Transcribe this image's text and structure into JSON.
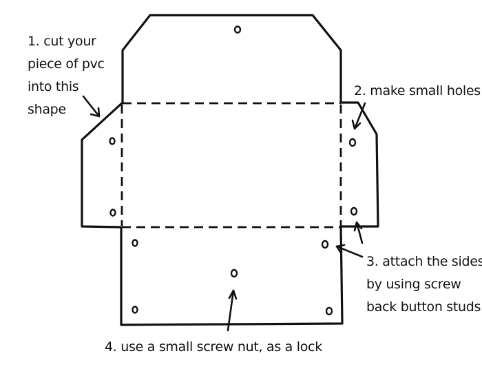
{
  "colors": {
    "ink": "#111111",
    "background": "#ffffff"
  },
  "steps": {
    "step1": {
      "lines": [
        "1. cut your",
        "piece of pvc",
        "into this",
        "shape"
      ]
    },
    "step2": {
      "lines": [
        "2. make small holes"
      ]
    },
    "step3": {
      "lines": [
        "3. attach the sides",
        "by using screw",
        "back button studs"
      ]
    },
    "step4": {
      "lines": [
        "4. use a small screw nut, as a lock"
      ]
    }
  }
}
